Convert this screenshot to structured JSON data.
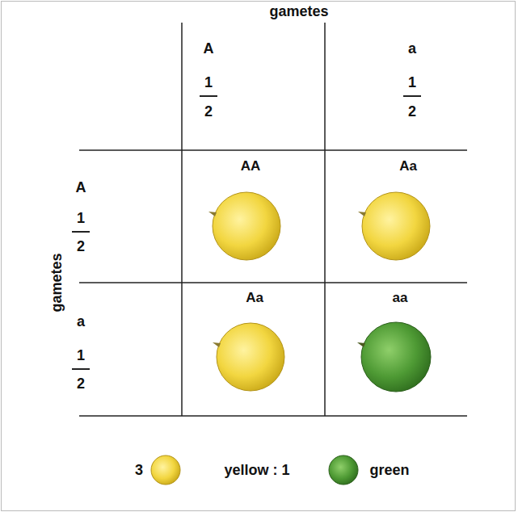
{
  "diagram": {
    "labels": [
      "gametes",
      "A",
      "1",
      "2",
      "a",
      "1",
      "2",
      "gametes",
      "A",
      "1",
      "2",
      "a",
      "1",
      "2",
      "AA",
      "Aa",
      "Aa",
      "aa",
      "3",
      "yellow : 1",
      "green"
    ]
  }
}
